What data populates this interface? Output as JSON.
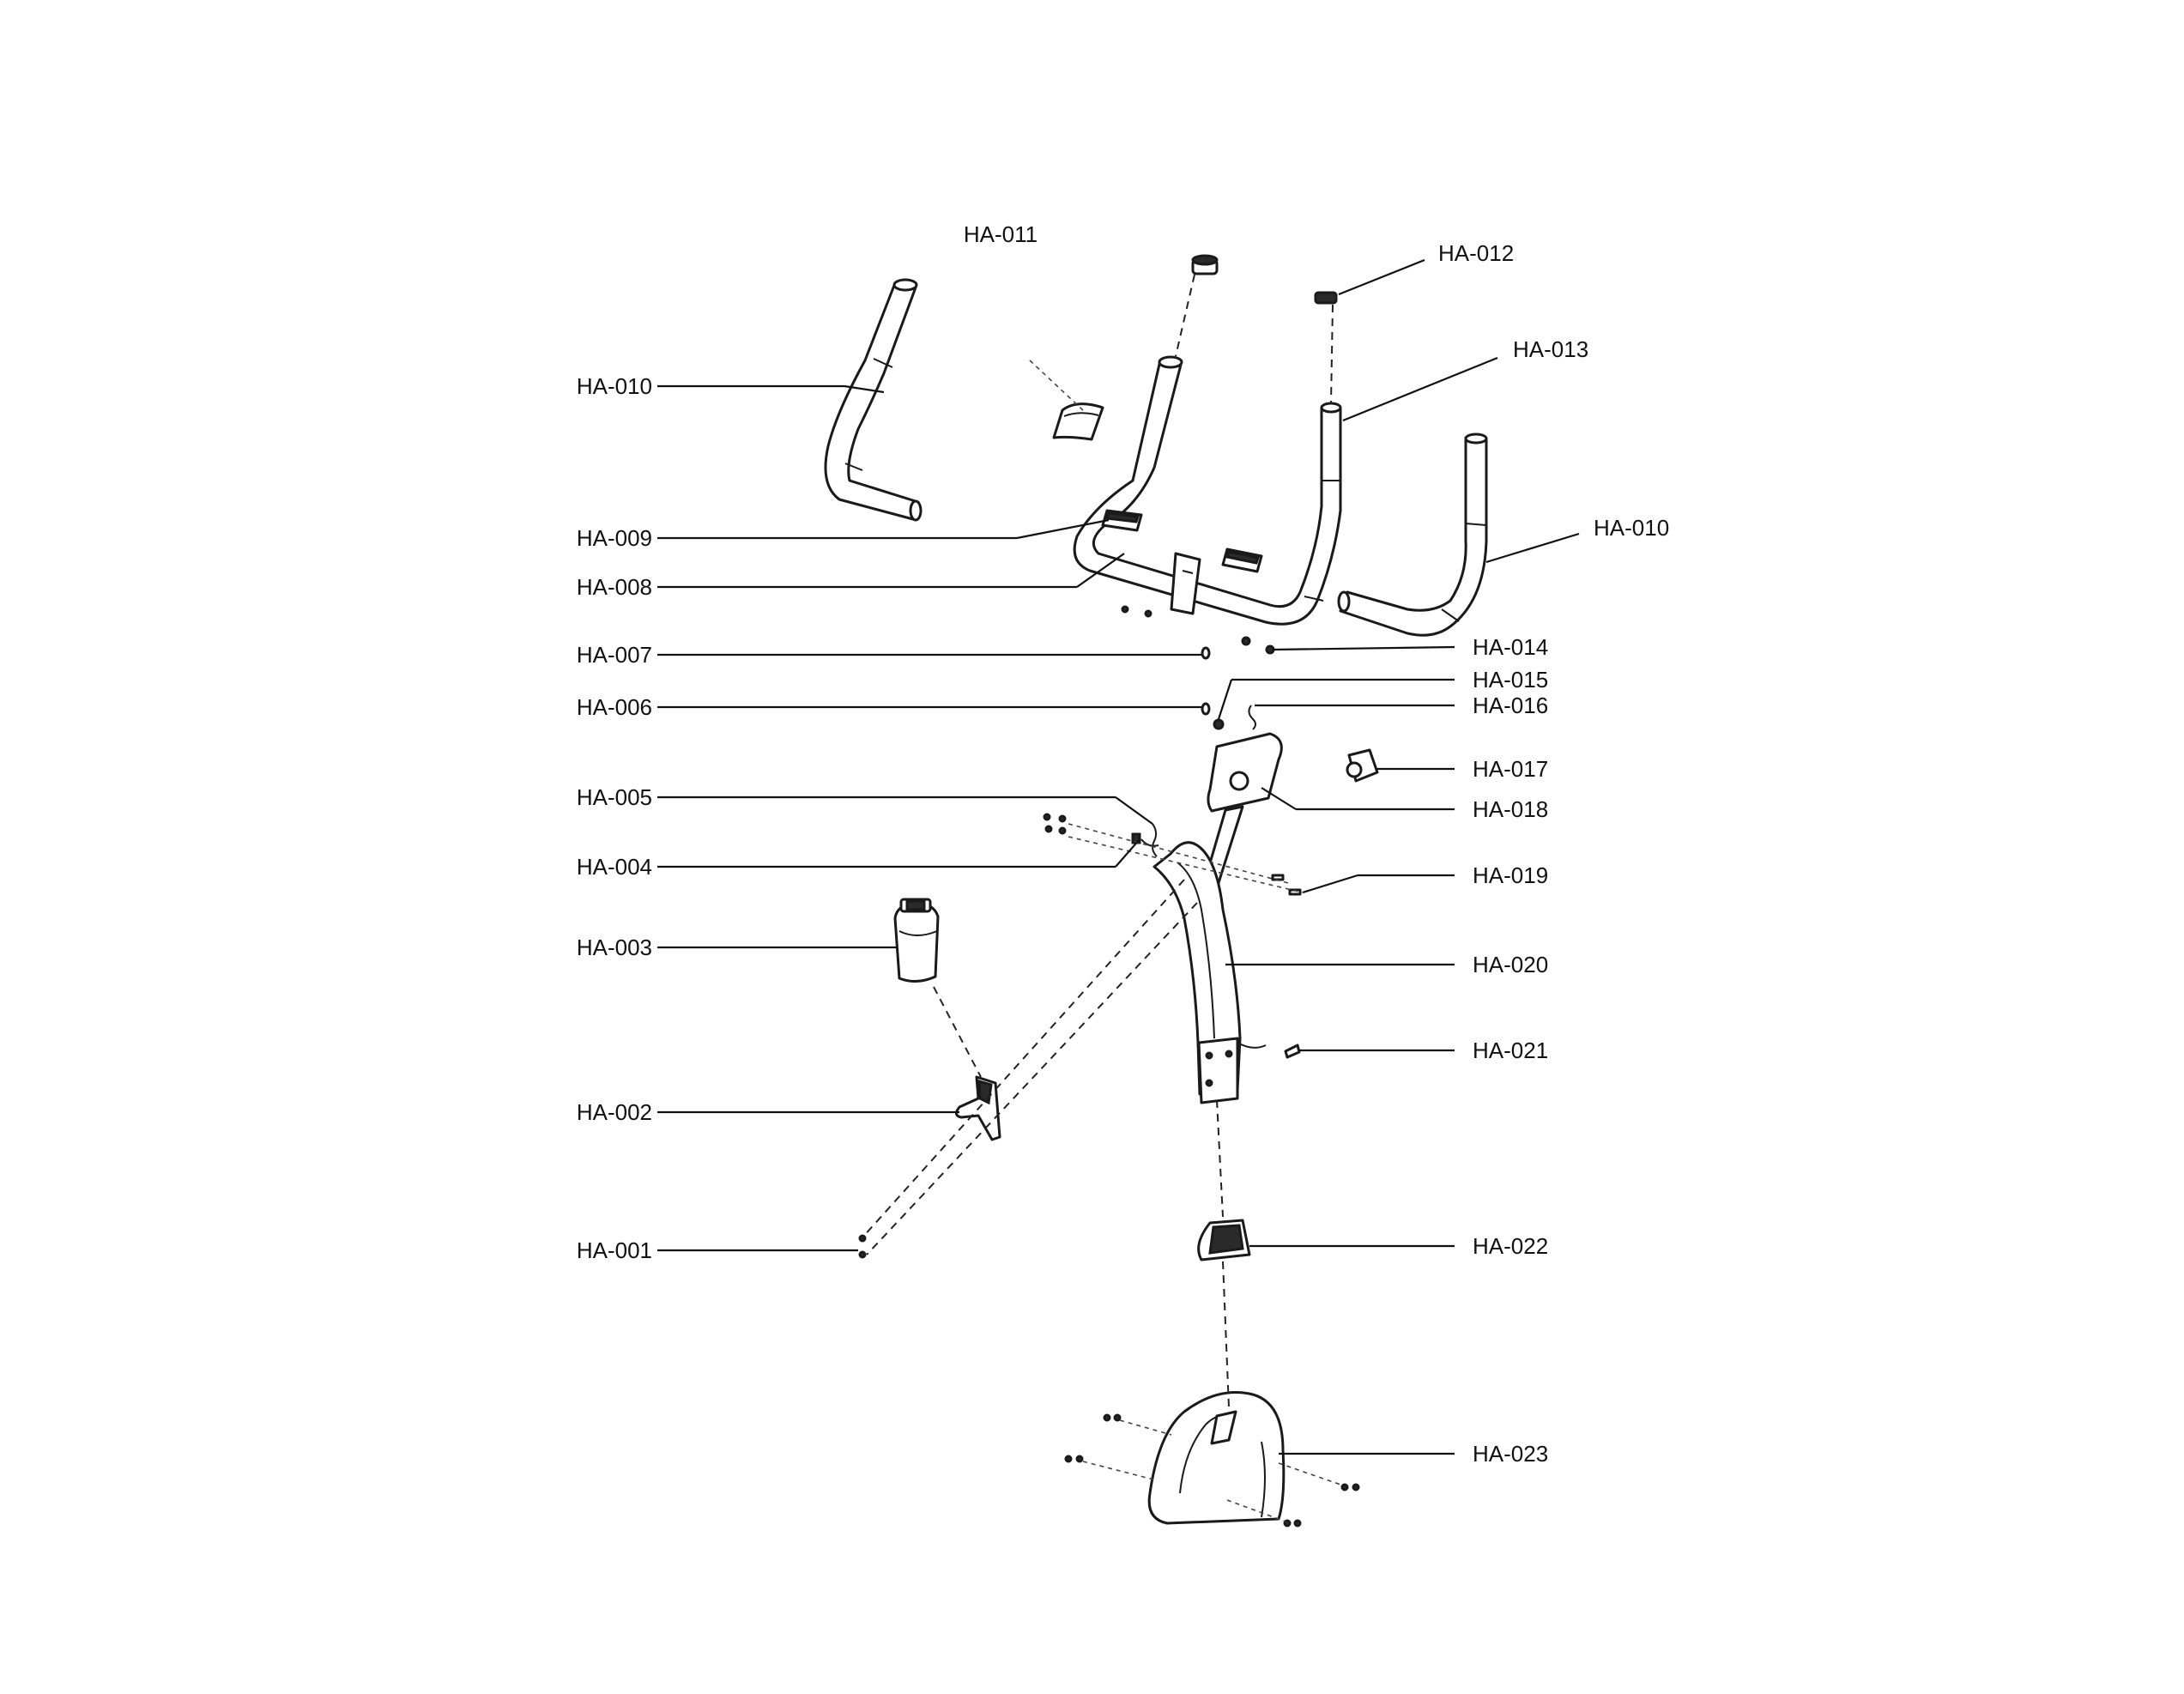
{
  "labels": {
    "ha001": "HA-001",
    "ha002": "HA-002",
    "ha003": "HA-003",
    "ha004": "HA-004",
    "ha005": "HA-005",
    "ha006": "HA-006",
    "ha007": "HA-007",
    "ha008": "HA-008",
    "ha009": "HA-009",
    "ha010_left": "HA-010",
    "ha010_right": "HA-010",
    "ha011": "HA-011",
    "ha012": "HA-012",
    "ha013": "HA-013",
    "ha014": "HA-014",
    "ha015": "HA-015",
    "ha016": "HA-016",
    "ha017": "HA-017",
    "ha018": "HA-018",
    "ha019": "HA-019",
    "ha020": "HA-020",
    "ha021": "HA-021",
    "ha022": "HA-022",
    "ha023": "HA-023"
  },
  "colors": {
    "line": "#1a1a1a",
    "background": "#ffffff"
  }
}
